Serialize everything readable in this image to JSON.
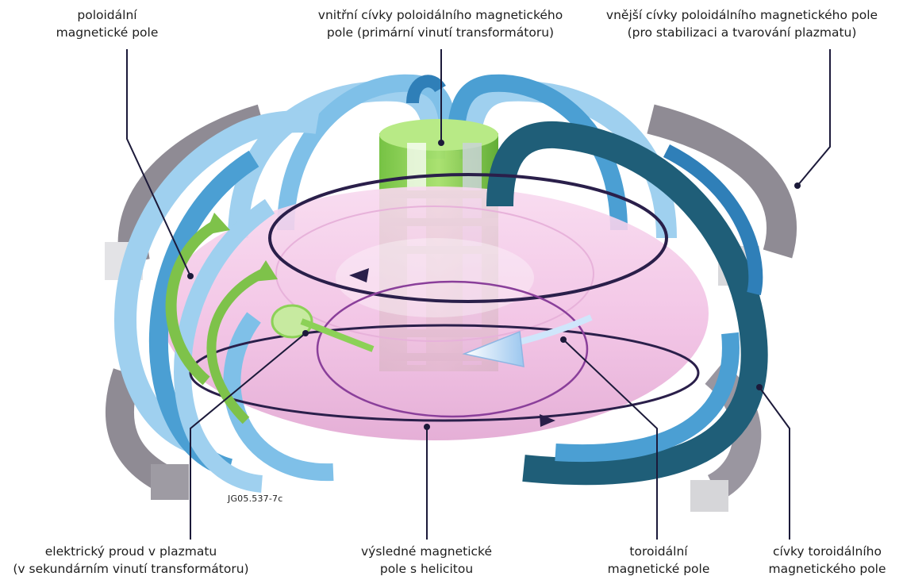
{
  "labels": {
    "poloidal_field": [
      "poloidální",
      "magnetické pole"
    ],
    "inner_coils": [
      "vnitřní cívky poloidálního magnetického",
      "pole (primární vinutí transformátoru)"
    ],
    "outer_coils": [
      "vnější cívky poloidálního magnetického pole",
      "(pro stabilizaci a tvarování plazmatu)"
    ],
    "plasma_current": [
      "elektrický proud v plazmatu",
      "(v sekundárním vinutí transformátoru)"
    ],
    "helical_field": [
      "výsledné magnetické",
      "pole s helicitou"
    ],
    "toroidal_field": [
      "toroidální",
      "magnetické pole"
    ],
    "toroidal_coils": [
      "cívky toroidálního",
      "magnetického pole"
    ]
  },
  "figure_code": "JG05.537-7c",
  "colors": {
    "coil_light_blue": "#9fd0ef",
    "coil_mid_blue": "#4b9fd3",
    "coil_dark_teal": "#1f5e78",
    "outer_coil_grey": "#8f8b94",
    "plasma_pink": "#f3c4e6",
    "central_solenoid_green": "#8dd34e",
    "field_line": "#2a1f4a",
    "current_arrow_green": "#7ec24a",
    "toroidal_arrow_blue": "#cfe6fb"
  }
}
